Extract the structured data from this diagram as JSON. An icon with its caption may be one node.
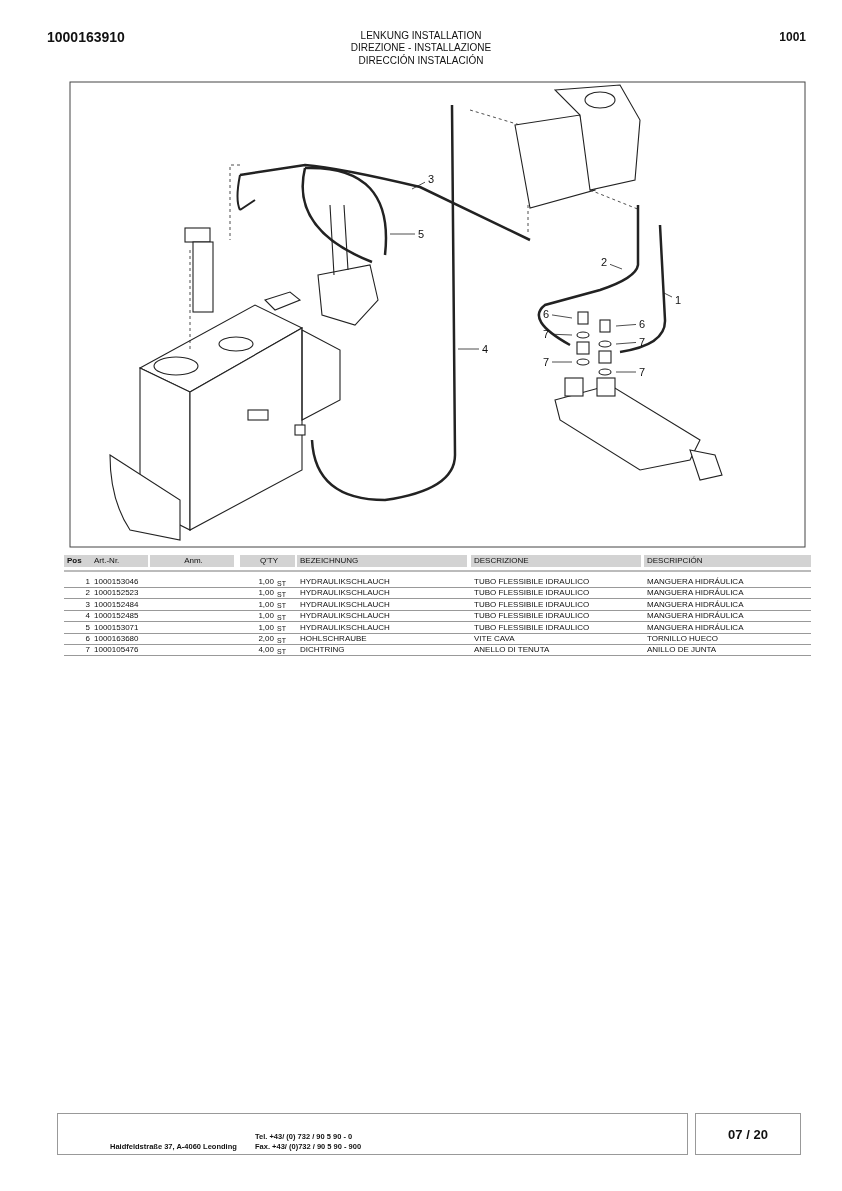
{
  "diagram": {
    "title": "LENKUNG INSTALLATION",
    "nodes": [
      {
        "text": [
          "3"
        ]
      },
      {
        "text": [
          "5"
        ]
      },
      {
        "text": [
          "2"
        ]
      },
      {
        "text": [
          "1"
        ]
      },
      {
        "text": [
          "6"
        ]
      },
      {
        "text": [
          "7"
        ]
      },
      {
        "text": [
          "6"
        ]
      },
      {
        "text": [
          "7"
        ]
      },
      {
        "text": [
          "4"
        ]
      },
      {
        "text": [
          "7"
        ]
      },
      {
        "text": [
          "7"
        ]
      }
    ],
    "edges": [
      {
        "from": 0,
        "to": null,
        "arrow": "none"
      },
      {
        "from": 1,
        "to": null,
        "arrow": "none"
      },
      {
        "from": 2,
        "to": null,
        "arrow": "none"
      },
      {
        "from": 3,
        "to": null,
        "arrow": "none"
      },
      {
        "from": 4,
        "to": null,
        "arrow": "none"
      },
      {
        "from": 5,
        "to": null,
        "arrow": "none"
      },
      {
        "from": 6,
        "to": null,
        "arrow": "none"
      },
      {
        "from": 7,
        "to": null,
        "arrow": "none"
      },
      {
        "from": 8,
        "to": null,
        "arrow": "none"
      },
      {
        "from": 9,
        "to": null,
        "arrow": "none"
      },
      {
        "from": 10,
        "to": null,
        "arrow": "none"
      }
    ],
    "labels": [
      "1000163910",
      "DIREZIONE - INSTALLAZIONE",
      "DIRECCIÓN INSTALACIÓN",
      "1001",
      "Pos",
      "Art.-Nr.",
      "Anm.",
      "Q'TY",
      "BEZEICHNUNG",
      "DESCRIZIONE",
      "DESCRIPCIÓN",
      "1",
      "1000153046",
      "1,00",
      "ST",
      "HYDRAULIKSCHLAUCH",
      "TUBO FLESSIBILE IDRAULICO",
      "MANGUERA HIDRÁULICA",
      "2",
      "1000152523",
      "1,00",
      "ST",
      "HYDRAULIKSCHLAUCH",
      "TUBO FLESSIBILE IDRAULICO",
      "MANGUERA HIDRÁULICA",
      "3",
      "1000152484",
      "1,00",
      "ST",
      "HYDRAULIKSCHLAUCH",
      "TUBO FLESSIBILE IDRAULICO",
      "MANGUERA HIDRÁULICA",
      "4",
      "1000152485",
      "1,00",
      "ST",
      "HYDRAULIKSCHLAUCH",
      "TUBO FLESSIBILE IDRAULICO",
      "MANGUERA HIDRÁULICA",
      "5",
      "1000153071",
      "1,00",
      "ST",
      "HYDRAULIKSCHLAUCH",
      "TUBO FLESSIBILE IDRAULICO",
      "MANGUERA HIDRÁULICA",
      "6",
      "1000163680",
      "2,00",
      "ST",
      "HOHLSCHRAUBE",
      "VITE CAVA",
      "TORNILLO HUECO",
      "7",
      "1000105476",
      "4,00",
      "ST",
      "DICHTRING",
      "ANELLO DI TENUTA",
      "ANILLO DE JUNTA",
      "Tel. +43/ (0) 732 / 90 5 90 - 0",
      "Haidfeldstraße 37, A-4060 Leonding",
      "Fax. +43/ (0)732 / 90 5 90 - 900",
      "07 / 20"
    ]
  }
}
